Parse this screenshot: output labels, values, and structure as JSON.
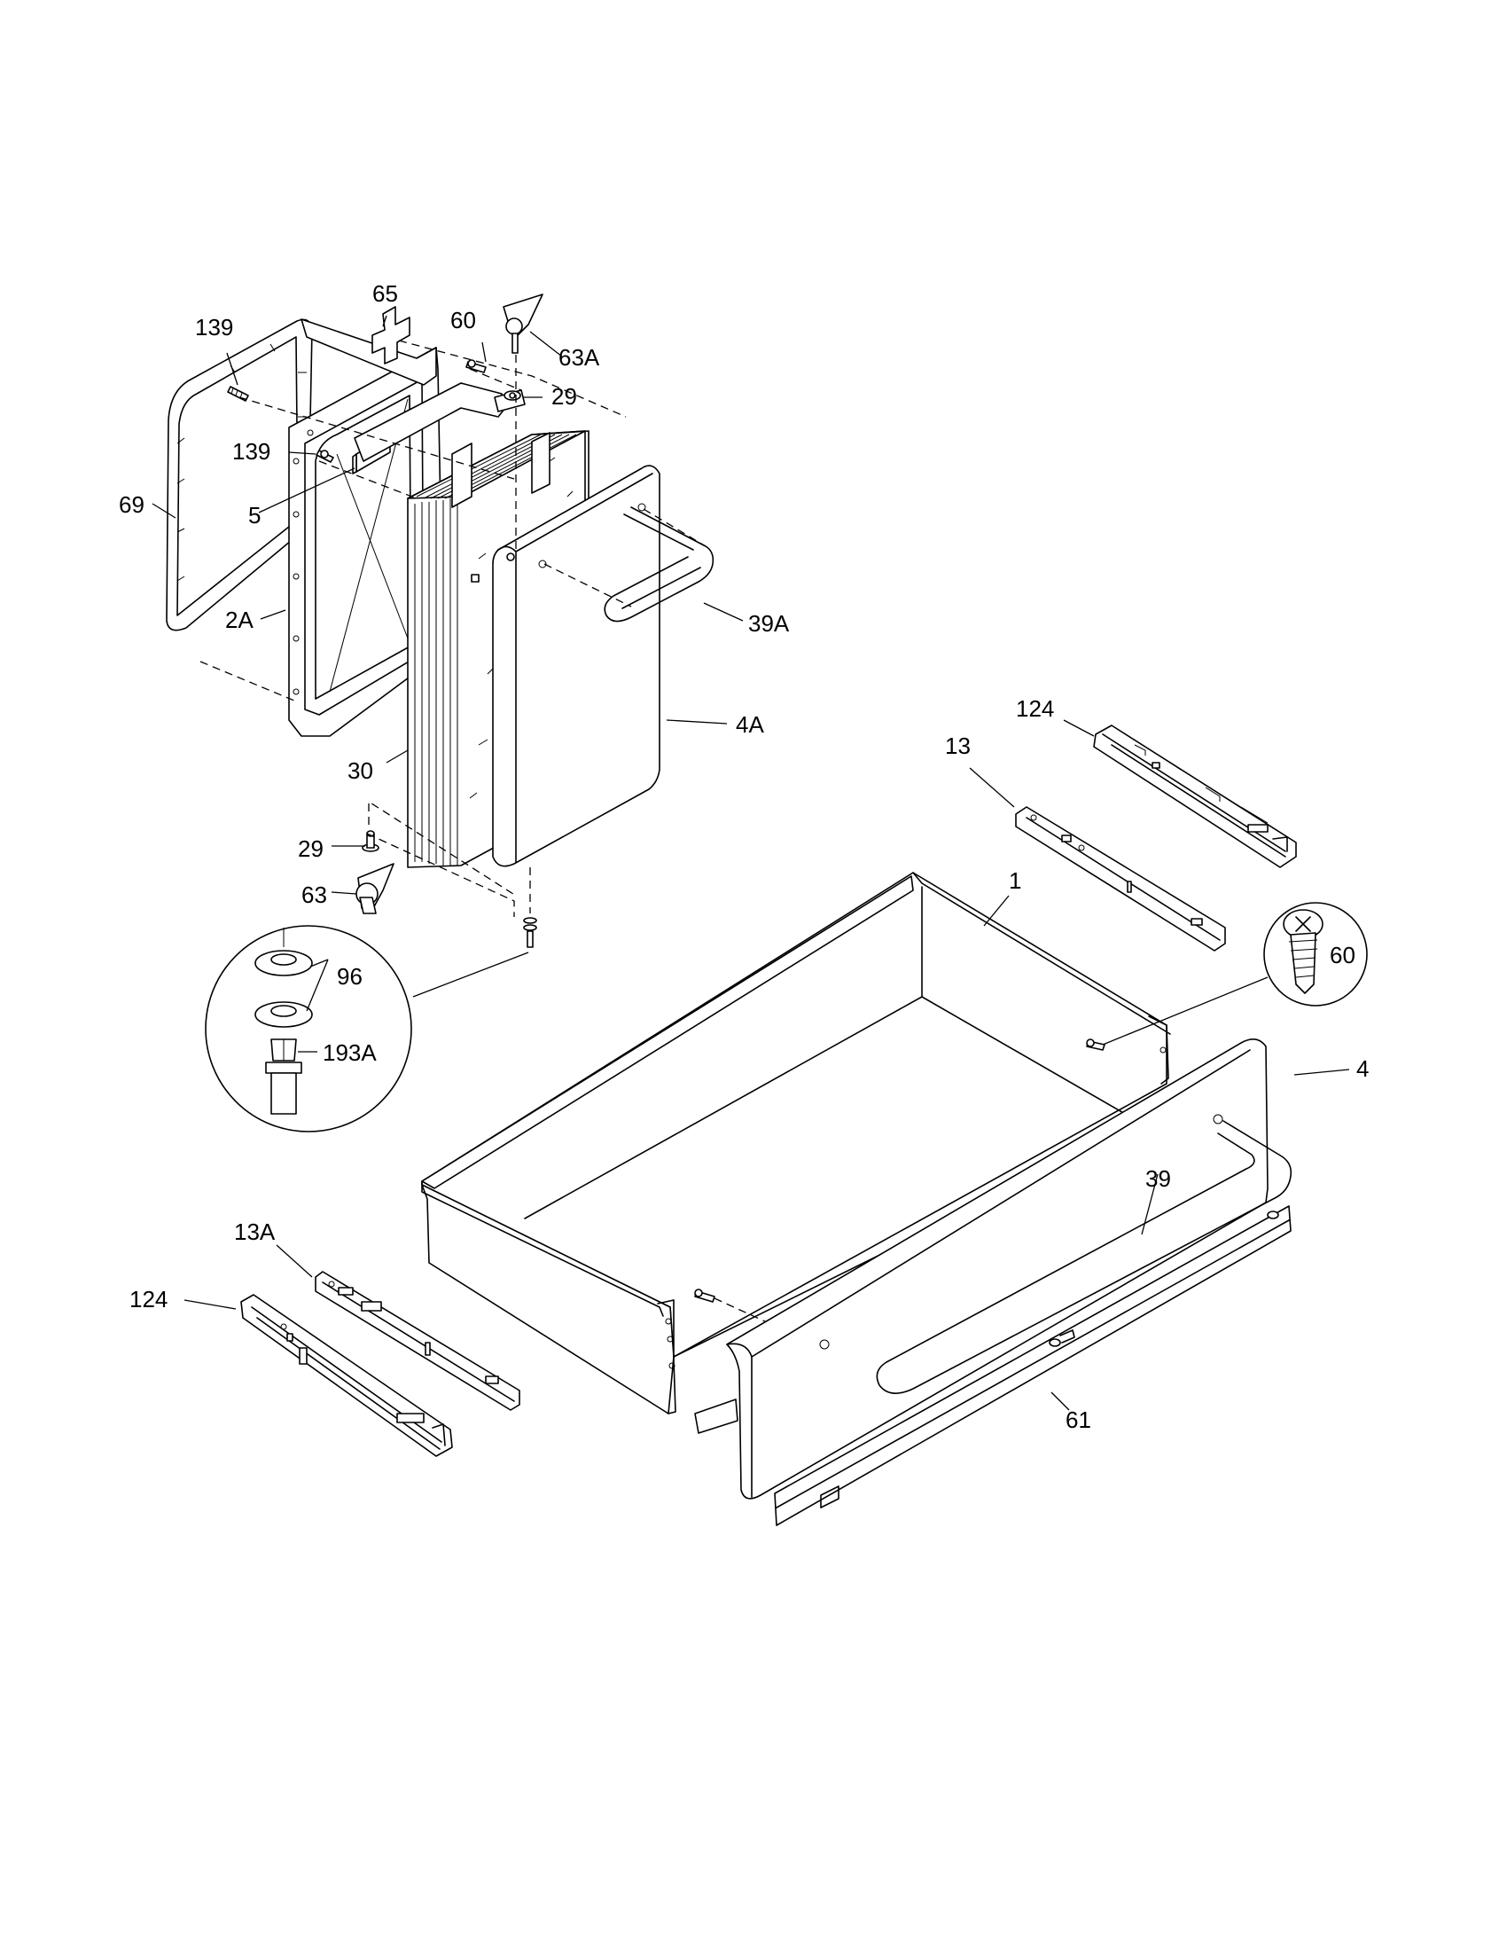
{
  "labels": {
    "l139a": "139",
    "l65": "65",
    "l60a": "60",
    "l63A": "63A",
    "l29a": "29",
    "l139b": "139",
    "l69": "69",
    "l5": "5",
    "l2A": "2A",
    "l39A": "39A",
    "l4A": "4A",
    "l30": "30",
    "l124a": "124",
    "l13": "13",
    "l1": "1",
    "l29b": "29",
    "l63": "63",
    "l96": "96",
    "l193A": "193A",
    "l60b": "60",
    "l4": "4",
    "l39": "39",
    "l13A": "13A",
    "l124b": "124",
    "l61": "61"
  }
}
